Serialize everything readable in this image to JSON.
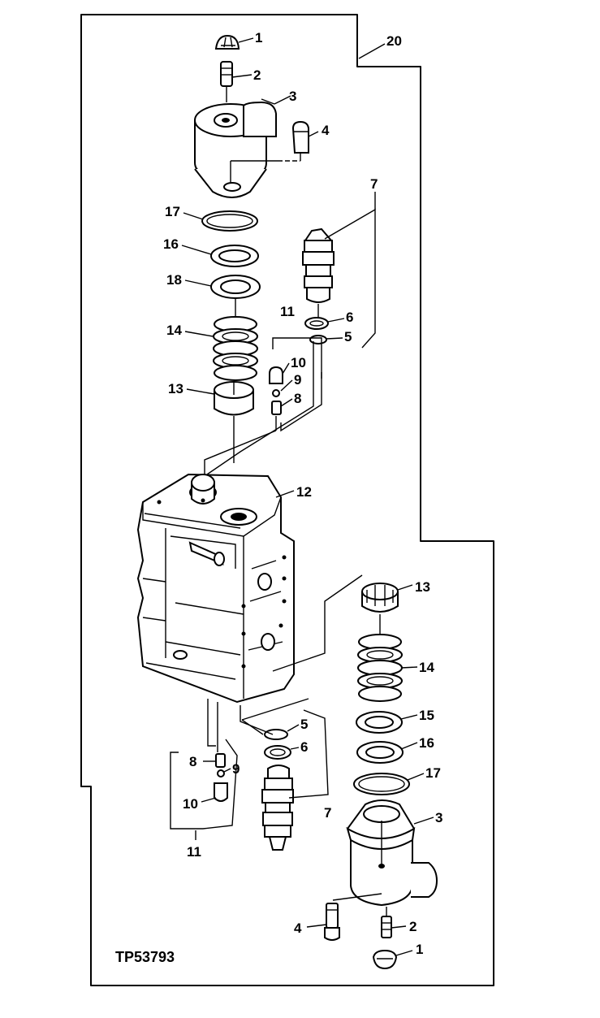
{
  "figure_id": "TP53793",
  "labels": {
    "l20": "20",
    "t1": "1",
    "t2": "2",
    "t3": "3",
    "t4": "4",
    "t17": "17",
    "t16": "16",
    "t18": "18",
    "t14": "14",
    "t13": "13",
    "t7": "7",
    "t6": "6",
    "t5": "5",
    "t11": "11",
    "t10": "10",
    "t9": "9",
    "t8": "8",
    "t12": "12",
    "b13": "13",
    "b14": "14",
    "b15": "15",
    "b16": "16",
    "b17": "17",
    "b3": "3",
    "b5": "5",
    "b6": "6",
    "b7": "7",
    "b8": "8",
    "b9": "9",
    "b10": "10",
    "b11": "11",
    "b4": "4",
    "b2": "2",
    "b1": "1"
  }
}
